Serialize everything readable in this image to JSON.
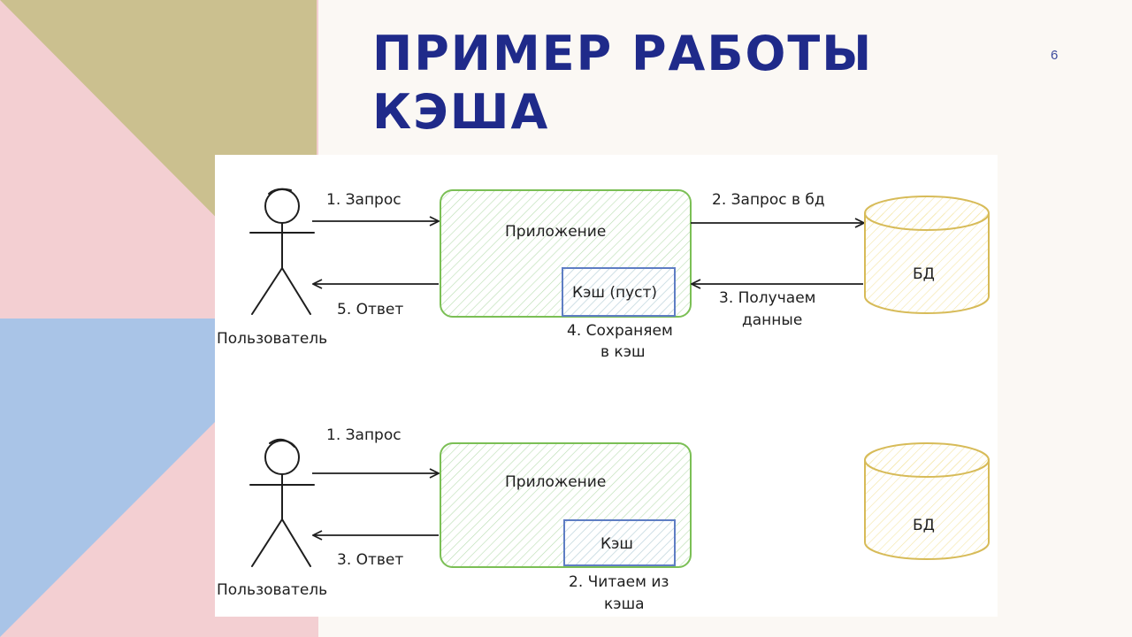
{
  "slide": {
    "title": "ПРИМЕР РАБОТЫ КЭША",
    "page_number": "6"
  },
  "colors": {
    "title": "#1f2a8a",
    "bg_olive": "#cbc08f",
    "bg_pink": "#f3cfd2",
    "bg_blue": "#a9c4e7",
    "app_stroke": "#7bbf55",
    "cache_stroke": "#5f7ec4",
    "db_stroke": "#d7bb58"
  },
  "diagram": {
    "top": {
      "user_label": "Пользователь",
      "request_label": "1. Запрос",
      "response_label": "5. Ответ",
      "app_label": "Приложение",
      "cache_label": "Кэш (пуст)",
      "db_request_line1": "2. Запрос в бд",
      "db_response_line1": "3. Получаем",
      "db_response_line2": "данные",
      "save_line1": "4. Сохраняем",
      "save_line2": "в кэш",
      "db_label": "БД"
    },
    "bottom": {
      "user_label": "Пользователь",
      "request_label": "1. Запрос",
      "response_label": "3. Ответ",
      "app_label": "Приложение",
      "cache_label": "Кэш",
      "read_line1": "2. Читаем из",
      "read_line2": "кэша",
      "db_label": "БД"
    }
  }
}
